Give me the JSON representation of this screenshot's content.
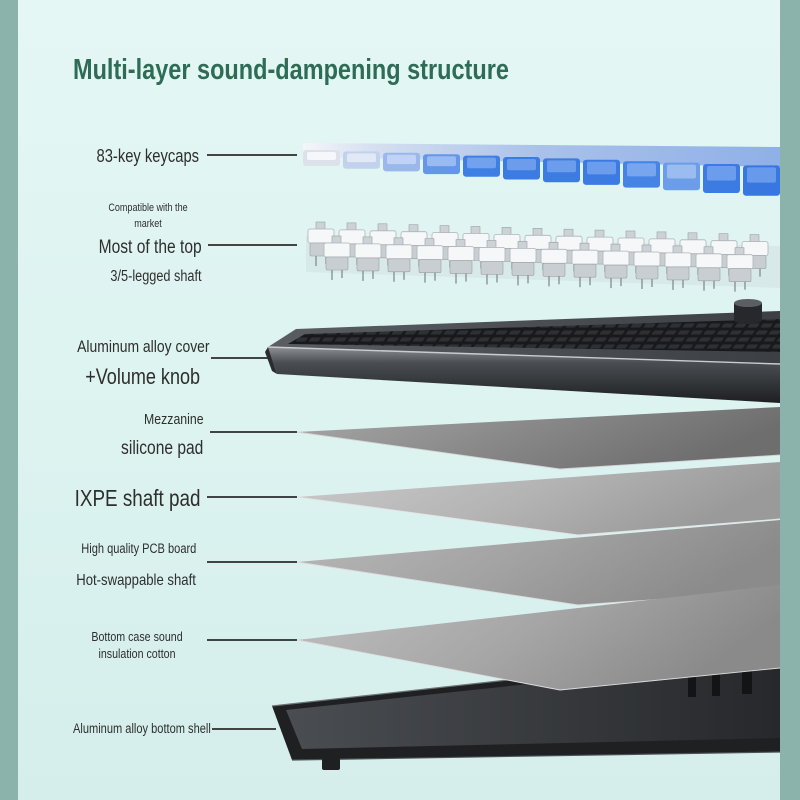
{
  "title": "Multi-layer sound-dampening structure",
  "layers": {
    "keycaps": {
      "label": "83-key keycaps"
    },
    "switches": {
      "note_lines": [
        "Compatible with the",
        "market"
      ],
      "label": "Most of the top",
      "sub": "3/5-legged shaft"
    },
    "cover": {
      "label": "Aluminum alloy cover",
      "sub": "+Volume knob"
    },
    "mezzanine_pad": {
      "label": "Mezzanine",
      "sub": "silicone pad"
    },
    "ixpe_pad": {
      "label": "IXPE shaft pad"
    },
    "pcb": {
      "label": "High quality PCB board",
      "sub": "Hot-swappable shaft"
    },
    "bottom_cotton": {
      "label_lines": [
        "Bottom case sound",
        "insulation cotton"
      ]
    },
    "bottom_shell": {
      "label": "Aluminum alloy bottom shell"
    }
  },
  "colors": {
    "background": "#dff4f1",
    "frame": "#8bb3ab",
    "title": "#2e6c56",
    "label": "#2e2e2e",
    "leader_line": "#2b2b2b",
    "keycap_blue": "#3b7be2",
    "cover_dark": "#1e2022"
  }
}
